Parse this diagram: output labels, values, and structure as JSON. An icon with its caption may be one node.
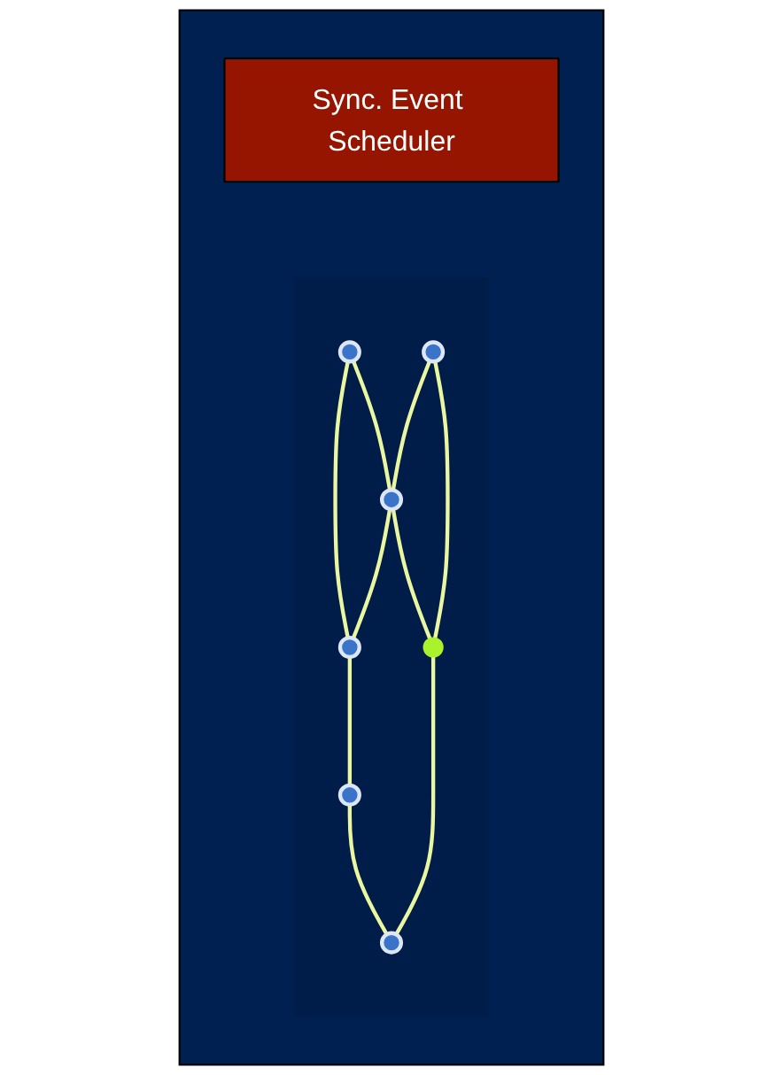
{
  "diagram": {
    "nodes": [
      {
        "text": [],
        "shape": "box"
      },
      {
        "text": [
          "Sync. Event Scheduler"
        ],
        "in": 0
      },
      {
        "text": [],
        "shape": "box",
        "in": 0
      },
      {
        "text": [],
        "shape": "circle",
        "in": 2
      },
      {
        "text": [],
        "shape": "circle",
        "in": 2
      },
      {
        "text": [],
        "shape": "circle",
        "in": 2
      },
      {
        "text": [],
        "shape": "circle",
        "in": 2
      },
      {
        "text": [],
        "shape": "circle",
        "in": 2
      },
      {
        "text": [],
        "shape": "circle",
        "in": 2
      },
      {
        "text": [],
        "shape": "circle",
        "in": 2
      }
    ],
    "edges": [
      {
        "from": 3,
        "to": 4,
        "arrow": "none"
      },
      {
        "from": 3,
        "to": 5,
        "arrow": "none"
      },
      {
        "from": 5,
        "to": 4,
        "arrow": "none"
      },
      {
        "from": 4,
        "to": 6,
        "arrow": "none"
      },
      {
        "from": 7,
        "to": 5,
        "arrow": "none"
      },
      {
        "from": 7,
        "to": 8,
        "arrow": "none"
      },
      {
        "from": 5,
        "to": 8,
        "arrow": "none"
      },
      {
        "from": 8,
        "to": 9,
        "arrow": "none"
      },
      {
        "from": 6,
        "to": 9,
        "arrow": "none"
      }
    ]
  }
}
